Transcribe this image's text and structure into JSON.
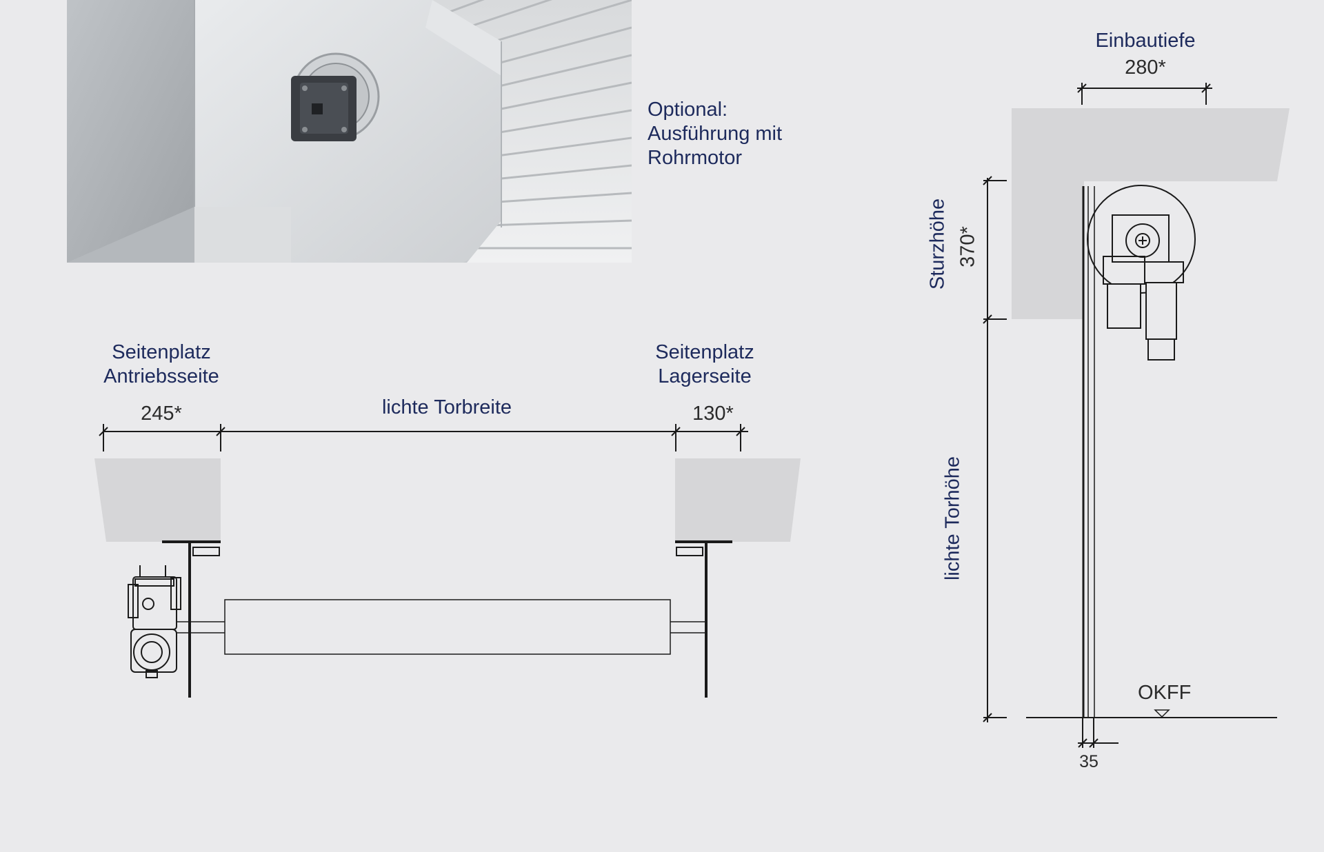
{
  "photo": {
    "caption_lines": [
      "Optional:",
      "Ausführung mit",
      "Rohrmotor"
    ]
  },
  "front_view": {
    "left_label_lines": [
      "Seitenplatz",
      "Antriebsseite"
    ],
    "left_dimension": "245*",
    "center_label": "lichte Torbreite",
    "right_label_lines": [
      "Seitenplatz",
      "Lagerseite"
    ],
    "right_dimension": "130*"
  },
  "side_view": {
    "depth_label": "Einbautiefe",
    "depth_dimension": "280*",
    "lintel_label": "Sturzhöhe",
    "lintel_dimension": "370*",
    "height_label": "lichte Torhöhe",
    "floor_label": "OKFF",
    "guide_dimension": "35"
  },
  "colors": {
    "background": "#eaeaec",
    "label_navy": "#1d2a5c",
    "dimension_text": "#2b2b2b",
    "wall_fill": "#d6d6d8",
    "line": "#1a1a1a"
  }
}
